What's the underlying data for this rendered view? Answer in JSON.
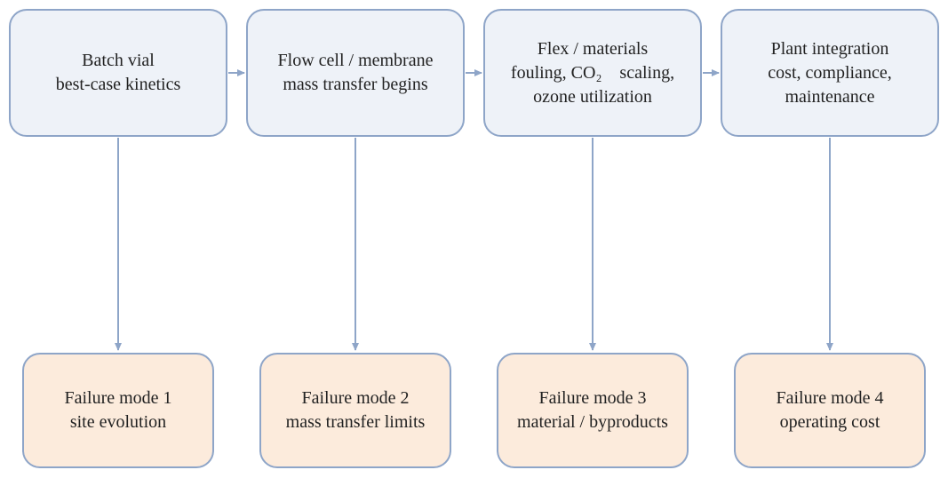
{
  "diagram": {
    "stages": [
      {
        "id": "batch-vial",
        "line1": "Batch vial",
        "line2": "best-case kinetics",
        "line3": ""
      },
      {
        "id": "flow-cell",
        "line1": "Flow cell / membrane",
        "line2": "mass transfer begins",
        "line3": ""
      },
      {
        "id": "flex-materials",
        "line1": "Flex / materials",
        "line2": "fouling, CO₂    scaling,",
        "line3": "ozone utilization"
      },
      {
        "id": "plant-integration",
        "line1": "Plant integration",
        "line2": "cost, compliance,",
        "line3": "maintenance"
      }
    ],
    "failures": [
      {
        "id": "failure-1",
        "line1": "Failure mode 1",
        "line2": "site evolution"
      },
      {
        "id": "failure-2",
        "line1": "Failure mode 2",
        "line2": "mass transfer limits"
      },
      {
        "id": "failure-3",
        "line1": "Failure mode 3",
        "line2": "material / byproducts"
      },
      {
        "id": "failure-4",
        "line1": "Failure mode 4",
        "line2": "operating cost"
      }
    ],
    "colors": {
      "stage_fill": "#eef2f8",
      "stage_border": "#8ea5c8",
      "failure_fill": "#fcebdc",
      "failure_border": "#8ea5c8",
      "connector": "#8ea5c8",
      "text": "#222222"
    }
  }
}
